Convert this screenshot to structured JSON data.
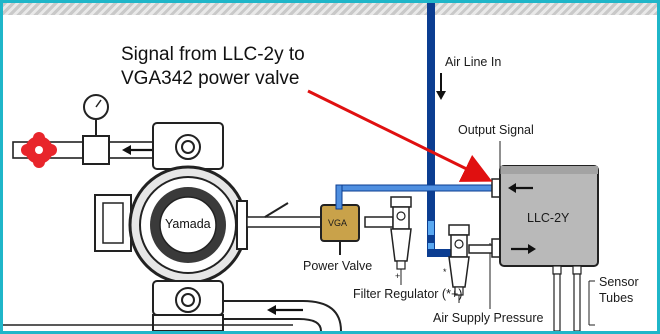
{
  "callout": {
    "line1": "Signal from LLC-2y to",
    "line2": "VGA342 power valve"
  },
  "labels": {
    "air_line_in": "Air Line In",
    "output_signal": "Output Signal",
    "llc": "LLC-2Y",
    "pump": "Yamada",
    "vga": "VGA",
    "power_valve": "Power Valve",
    "filter_regulator": "Filter Regulator (*+)",
    "air_supply_pressure": "Air Supply Pressure",
    "sensor": "Sensor",
    "tubes": "Tubes",
    "plus_mark": "+",
    "star_mark": "*"
  },
  "colors": {
    "frame": "#1fb6c9",
    "air_line": "#0b3d91",
    "signal_line": "#4f8fe0",
    "callout_arrow": "#e01010",
    "valve_red": "#e8252b",
    "vga_fill": "#c9a24a",
    "llc_fill": "#b9b9b9"
  }
}
